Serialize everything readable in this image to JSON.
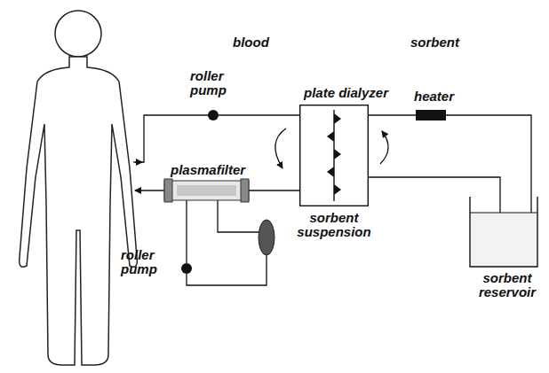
{
  "diagram": {
    "nodes": [
      {
        "text": [
          "roller pump"
        ]
      },
      {
        "text": [
          "plate dialyzer"
        ]
      },
      {
        "text": [
          "heater"
        ]
      },
      {
        "text": [
          "plasmafilter"
        ]
      },
      {
        "text": [
          "roller pump"
        ]
      },
      {
        "text": [
          "sorbent reservoir"
        ]
      }
    ],
    "edges": [
      {
        "from": 0,
        "to": 1,
        "arrow": "none"
      },
      {
        "from": 1,
        "to": 3,
        "arrow": "none"
      },
      {
        "from": 2,
        "to": 1,
        "arrow": "none"
      },
      {
        "from": 5,
        "to": 2,
        "arrow": "none"
      },
      {
        "from": 1,
        "to": 5,
        "arrow": "none"
      },
      {
        "from": 3,
        "to": 4,
        "arrow": "none"
      }
    ],
    "labels": [
      "blood",
      "sorbent",
      "sorbent suspension"
    ]
  }
}
